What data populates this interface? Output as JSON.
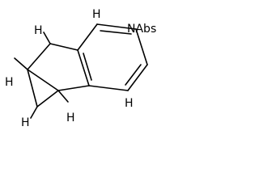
{
  "figure": {
    "type": "chemical-structure",
    "background": "#ffffff",
    "bond_color": "#000000",
    "atom_labels": {
      "h_bridge_top": "H",
      "h_aromatic_top": "H",
      "n_abs": "N",
      "n_abs_suffix": "Abs",
      "h_bridge_left": "H",
      "h_bridge_bottom_left": "H",
      "h_bridge_bottom": "H",
      "h_aromatic_bottom": "H"
    }
  }
}
